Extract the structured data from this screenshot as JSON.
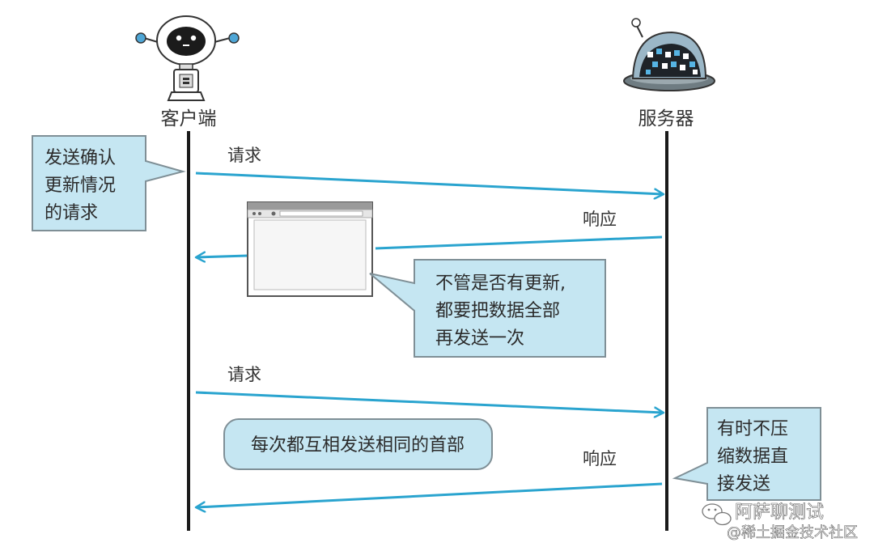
{
  "actors": {
    "client_label": "客户端",
    "server_label": "服务器"
  },
  "messages": {
    "request_1": "请求",
    "response_1": "响应",
    "request_2": "请求",
    "response_2": "响应"
  },
  "callouts": {
    "client_note": [
      "发送确认",
      "更新情况",
      "的请求"
    ],
    "server_note_1": [
      "不管是否有更新,",
      "都要把数据全部",
      "再发送一次"
    ],
    "header_note": "每次都互相发送相同的首部",
    "server_note_2": [
      "有时不压",
      "缩数据直",
      "接发送"
    ]
  },
  "watermark": {
    "line1": "阿萨聊测试",
    "line2": "@稀土掘金技术社区"
  },
  "colors": {
    "arrow": "#2aa4cf",
    "lifeline": "#1a1a1a",
    "callout_fill": "#c5e6f2",
    "callout_stroke": "#7f8f96"
  }
}
